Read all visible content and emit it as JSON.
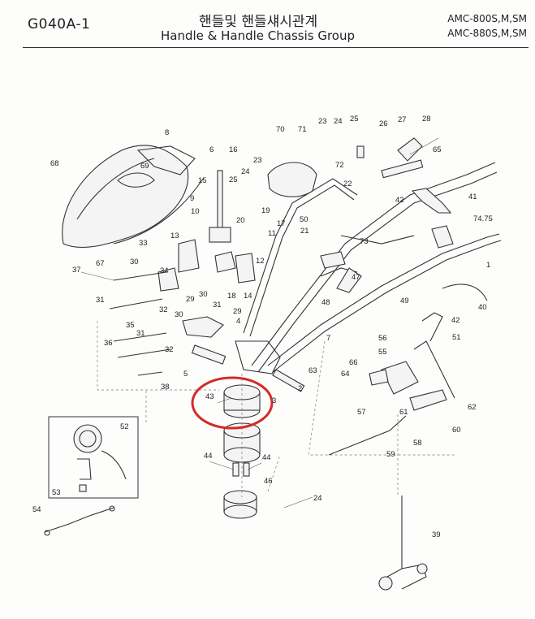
{
  "header": {
    "code": "G040A-1",
    "title_ko": "핸들및 핸들섀시관계",
    "title_en": "Handle & Handle Chassis Group",
    "model_1": "AMC-800S,M,SM",
    "model_2": "AMC-880S,M,SM"
  },
  "part_numbers": {
    "p70": "70",
    "p71": "71",
    "p23a": "23",
    "p24a": "24",
    "p25a": "25",
    "p26": "26",
    "p27": "27",
    "p28": "28",
    "p8": "8",
    "p6": "6",
    "p16": "16",
    "p68": "68",
    "p69": "69",
    "p23b": "23",
    "p24b": "24",
    "p25b": "25",
    "p65": "65",
    "p72": "72",
    "p22": "22",
    "p15": "15",
    "p9": "9",
    "p10": "10",
    "p42a": "42",
    "p41": "41",
    "p7475": "74.75",
    "p20": "20",
    "p19": "19",
    "p17": "17",
    "p50": "50",
    "p21": "21",
    "p11": "11",
    "p13": "13",
    "p33": "33",
    "p34": "34",
    "p67": "67",
    "p37": "37",
    "p30a": "30",
    "p18": "18",
    "p14": "14",
    "p12": "12",
    "p73": "73",
    "p1": "1",
    "p47": "47",
    "p31a": "31",
    "p29a": "29",
    "p30b": "30",
    "p31b": "31",
    "p48": "48",
    "p49": "49",
    "p42b": "42",
    "p40": "40",
    "p32a": "32",
    "p35": "35",
    "p30c": "30",
    "p29b": "29",
    "p4": "4",
    "p31c": "31",
    "p51": "51",
    "p36": "36",
    "p32b": "32",
    "p7": "7",
    "p56": "56",
    "p55": "55",
    "p38": "38",
    "p5": "5",
    "p63": "63",
    "p66": "66",
    "p64": "64",
    "p43": "43",
    "p3": "3",
    "p2": "2",
    "p57": "57",
    "p61": "61",
    "p62": "62",
    "p60": "60",
    "p58": "58",
    "p52": "52",
    "p59": "59",
    "p44a": "44",
    "p44b": "44",
    "p46": "46",
    "p53": "53",
    "p24c": "24",
    "p54": "54",
    "p39": "39"
  },
  "highlight": {
    "part": "43",
    "color": "#d42a2a"
  }
}
